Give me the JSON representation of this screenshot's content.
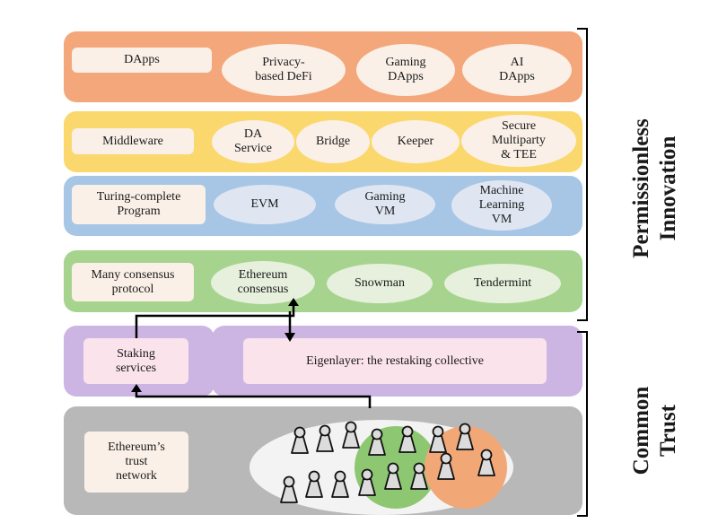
{
  "colors": {
    "apps_layer": "#f4a77a",
    "middleware_layer": "#fbd86d",
    "vm_layer": "#a7c6e6",
    "consensus_layer": "#a6d48e",
    "restaking_layer": "#cdb5e3",
    "trust_layer": "#b8b8b8",
    "box_fill": "#faf0e8",
    "pink_box": "#fbe3ec",
    "green_circle": "#8dc772",
    "orange_circle": "#f2a777",
    "white_ellipse": "#f3f3f3"
  },
  "layers": {
    "apps": {
      "main": "DApps",
      "items": [
        "Privacy-\nbased DeFi",
        "Gaming\nDApps",
        "AI\nDApps"
      ]
    },
    "middleware": {
      "main": "Middleware",
      "items": [
        "DA\nService",
        "Bridge",
        "Keeper",
        "Secure\nMultiparty\n& TEE"
      ]
    },
    "vm": {
      "main": "Turing-complete\nProgram",
      "items": [
        "EVM",
        "Gaming\nVM",
        "Machine\nLearning\nVM"
      ]
    },
    "consensus": {
      "main": "Many consensus\nprotocol",
      "items": [
        "Ethereum\nconsensus",
        "Snowman",
        "Tendermint"
      ]
    },
    "restaking": {
      "staking": "Staking\nservices",
      "eigenlayer": "Eigenlayer: the restaking collective"
    },
    "trust": {
      "main": "Ethereum’s\ntrust\nnetwork"
    }
  },
  "side_labels": {
    "top": "Permissionless\nInnovation",
    "bottom": "Common\nTrust"
  },
  "icons": {
    "person": "person-pawn-icon"
  }
}
